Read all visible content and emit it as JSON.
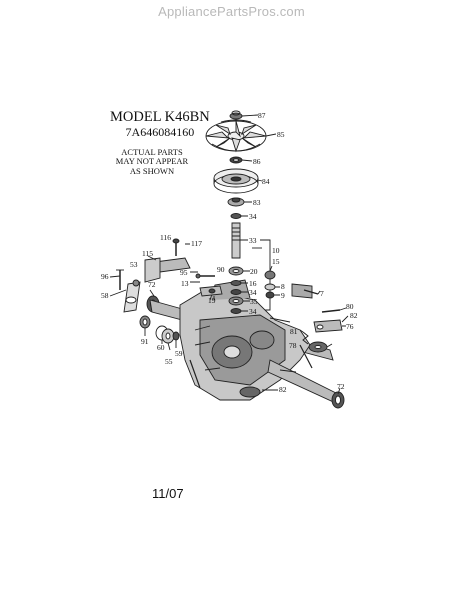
{
  "site": {
    "watermark": "AppliancePartsPros.com"
  },
  "model": {
    "title": "MODEL K46BN",
    "number": "7A646084160"
  },
  "disclaimer": [
    "ACTUAL PARTS",
    "MAY NOT APPEAR",
    "AS SHOWN"
  ],
  "date_code": "11/07",
  "callouts": [
    "87",
    "85",
    "86",
    "84",
    "83",
    "34",
    "33",
    "10",
    "116",
    "117",
    "115",
    "96",
    "53",
    "58",
    "72",
    "91",
    "95",
    "13",
    "19",
    "90",
    "20",
    "16",
    "34",
    "35",
    "15",
    "8",
    "9",
    "7",
    "34",
    "60",
    "55",
    "59",
    "80",
    "82",
    "76",
    "81",
    "78",
    "82",
    "72"
  ]
}
